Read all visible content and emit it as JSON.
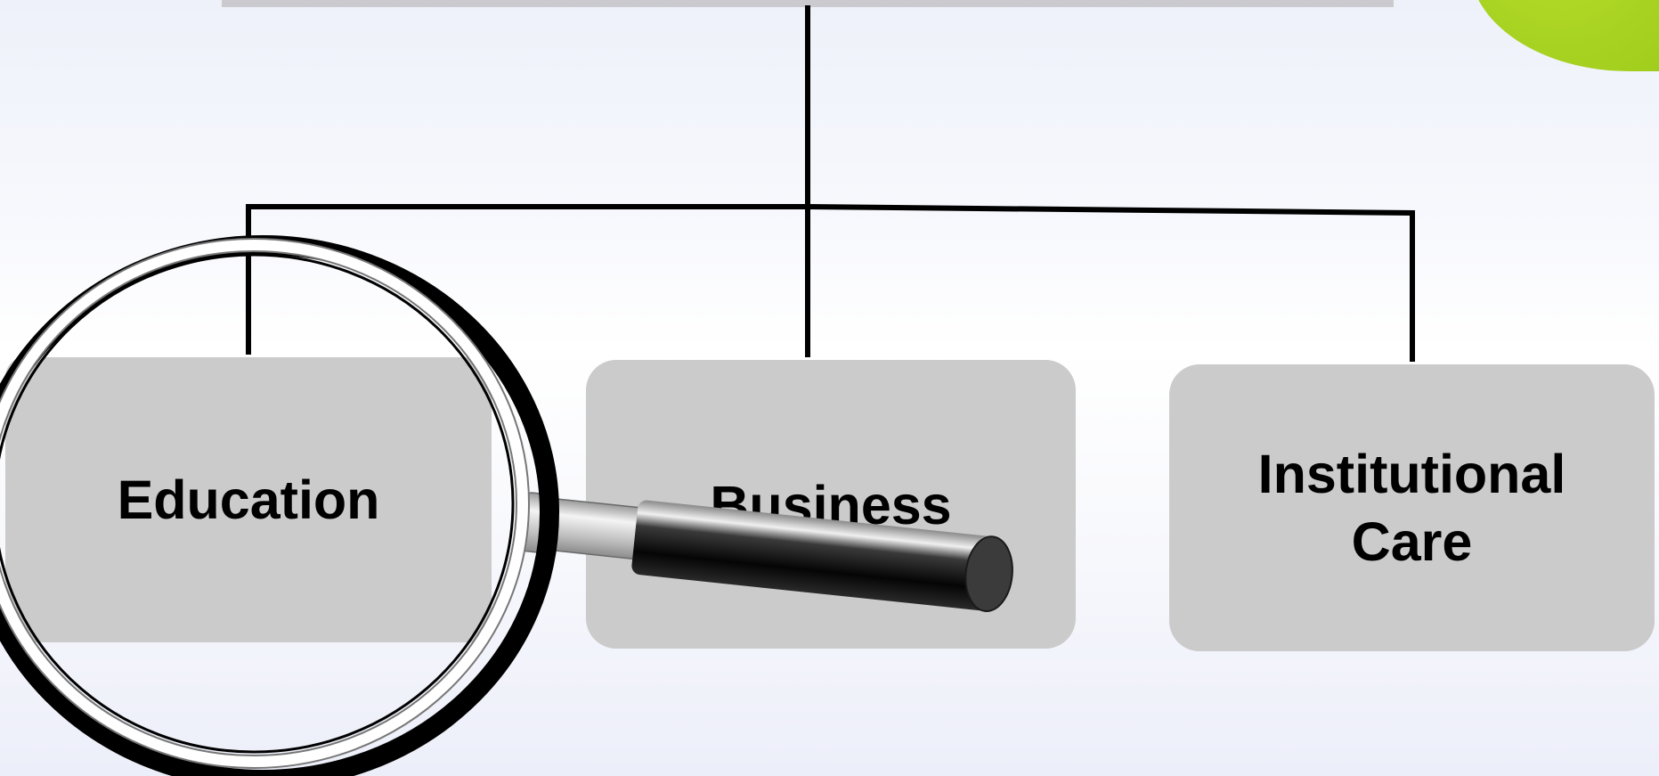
{
  "diagram": {
    "nodes": [
      {
        "id": "education",
        "label": "Education"
      },
      {
        "id": "business",
        "label": "Business"
      },
      {
        "id": "care",
        "label": "Institutional\nCare"
      }
    ],
    "connector_color": "#000000",
    "node_fill": "#cbcbcb",
    "accent_color": "#a6d11f"
  },
  "decorations": {
    "magnifier_icon": "magnifying-glass-icon"
  }
}
